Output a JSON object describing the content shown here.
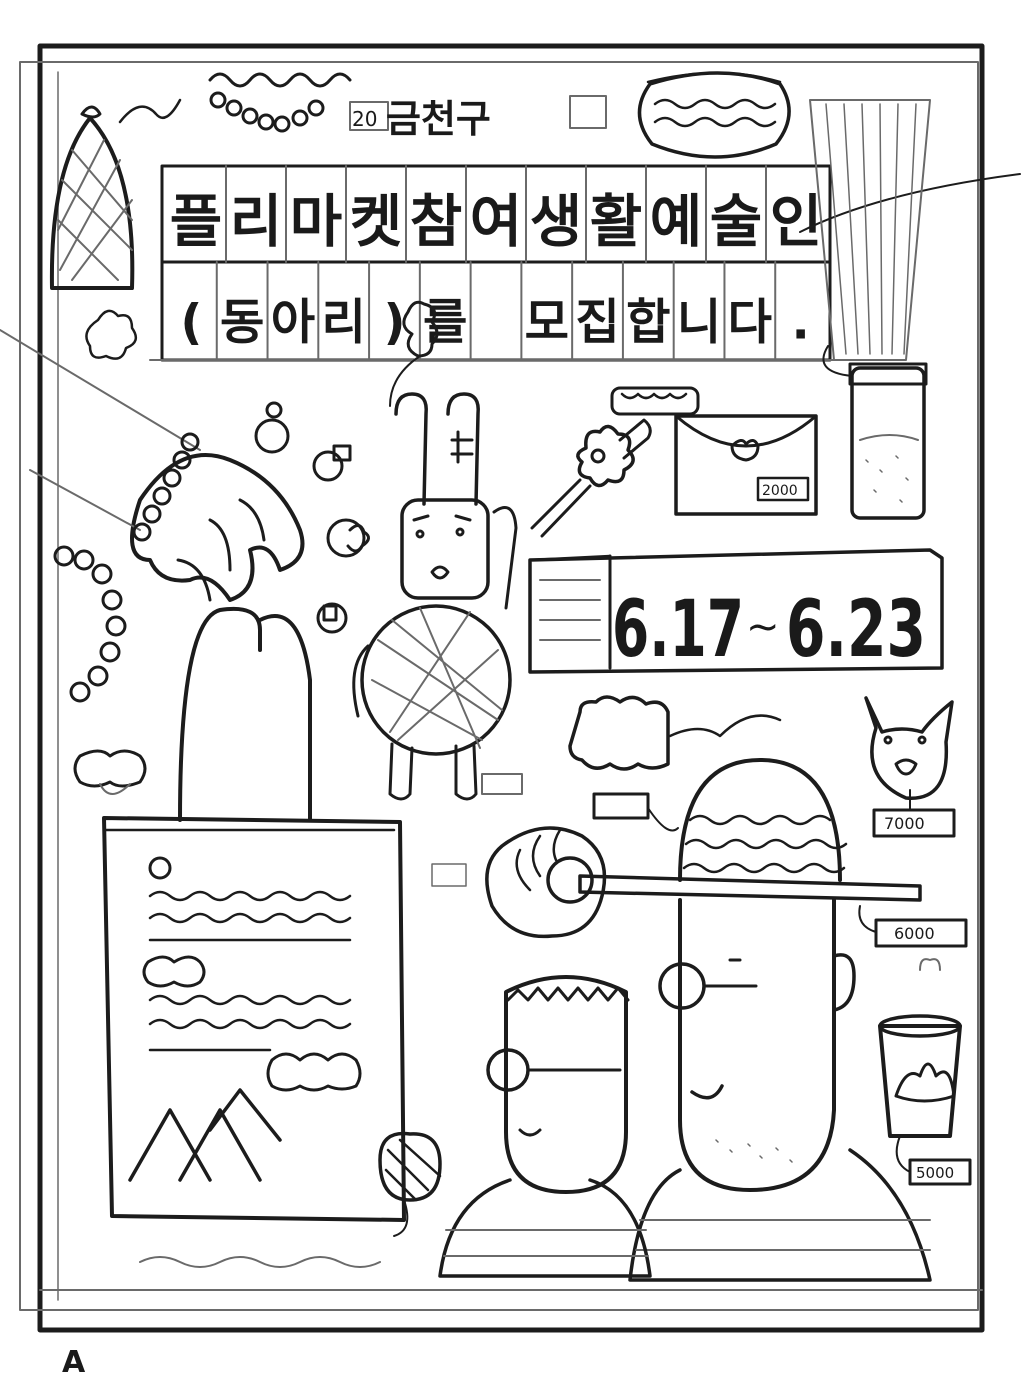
{
  "poster": {
    "top_label": "금천구",
    "top_label_prefix": "20",
    "headline_row1": [
      "플",
      "리",
      "마",
      "켓",
      "참",
      "여",
      "생",
      "활",
      "예",
      "술",
      "인"
    ],
    "headline_row2": [
      "(",
      "동",
      "아",
      "리",
      ")",
      "를",
      "",
      "모",
      "집",
      "합",
      "니",
      "다",
      "."
    ],
    "dates": {
      "start": "6.17",
      "separator": "~",
      "end": "6.23"
    },
    "price_tags": [
      "7000",
      "6000",
      "5000"
    ],
    "small_tag": "2000",
    "corner_mark": "A"
  },
  "colors": {
    "paper": "#ffffff",
    "pencil": "#1c1c1c",
    "light_pencil": "#6a6a6a"
  }
}
